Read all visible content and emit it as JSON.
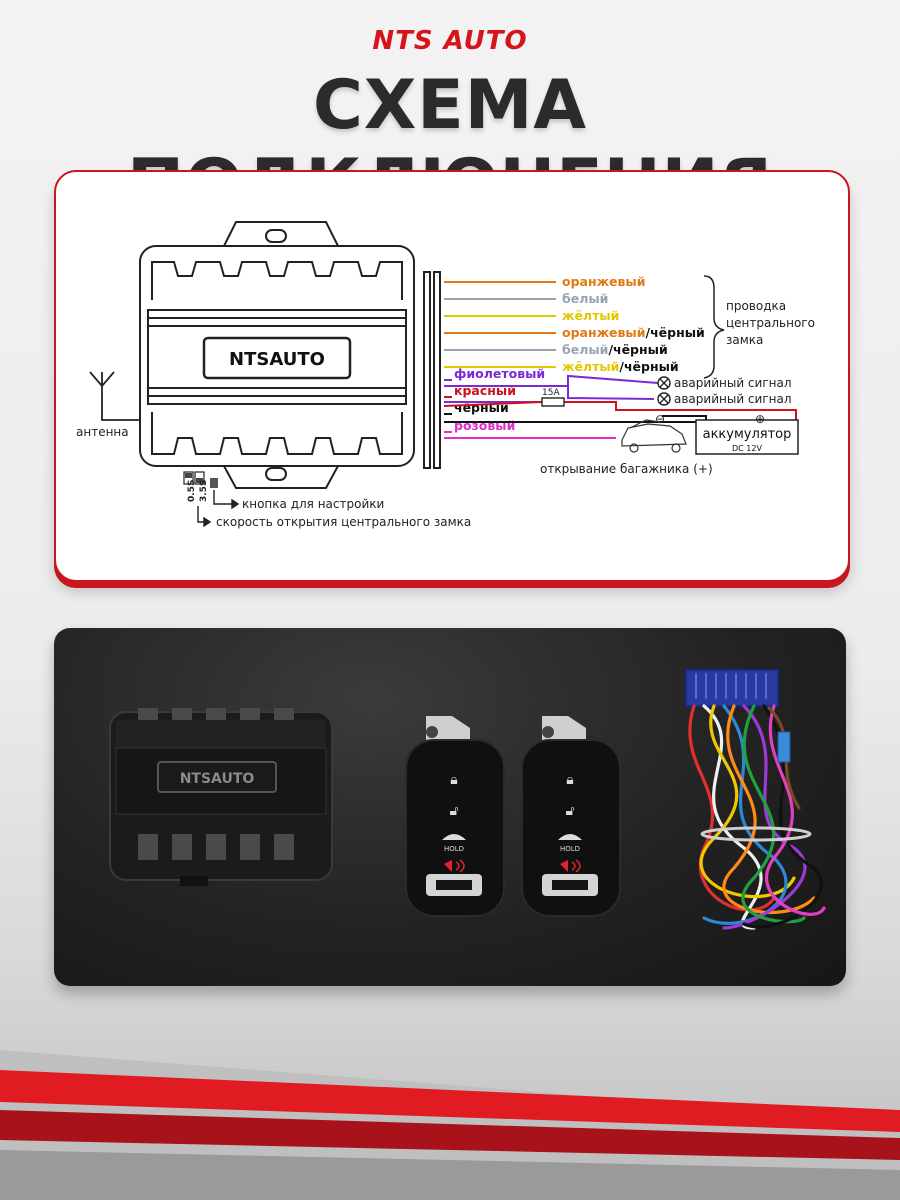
{
  "brand": "NTS AUTO",
  "title": "СХЕМА ПОДКЛЮЧЕНИЯ",
  "diagram": {
    "unit_logo": "NTSAUTO",
    "antenna_label": "антенна",
    "wires": [
      {
        "label": "оранжевый",
        "suffix": "",
        "color": "#e07a12"
      },
      {
        "label": "белый",
        "suffix": "",
        "color": "#9aa4b0"
      },
      {
        "label": "жёлтый",
        "suffix": "",
        "color": "#e3c800"
      },
      {
        "label": "оранжевый",
        "suffix": "/чёрный",
        "color": "#e07a12"
      },
      {
        "label": "белый",
        "suffix": "/чёрный",
        "color": "#9aa4b0"
      },
      {
        "label": "жёлтый",
        "suffix": "/чёрный",
        "color": "#e3c800"
      },
      {
        "label": "фиолетовый",
        "suffix": "",
        "color": "#7a2bd4"
      },
      {
        "label": "красный",
        "suffix": "",
        "color": "#d0101a"
      },
      {
        "label": "чёрный",
        "suffix": "",
        "color": "#111111"
      },
      {
        "label": "розовый",
        "suffix": "",
        "color": "#e02fc8"
      }
    ],
    "central_lock_label": [
      "проводка",
      "центрального",
      "замка"
    ],
    "hazard_label_1": "аварийный сигнал",
    "hazard_label_2": "аварийный сигнал",
    "fuse_label": "15A",
    "battery_label": "аккумулятор",
    "battery_spec": "DC 12V",
    "trunk_label": "открывание багажника (+)",
    "switch_label_1": "3.5S",
    "switch_label_2": "0.5S",
    "setup_button_label": "кнопка для настройки",
    "speed_label": "скорость открытия центрального замка"
  },
  "photo": {
    "unit_logo": "NTSAUTO",
    "remote_button_hold": "HOLD"
  },
  "colors": {
    "accent_red": "#d6141c",
    "title_dark": "#2b2b2b",
    "photo_bg": "#232323"
  }
}
